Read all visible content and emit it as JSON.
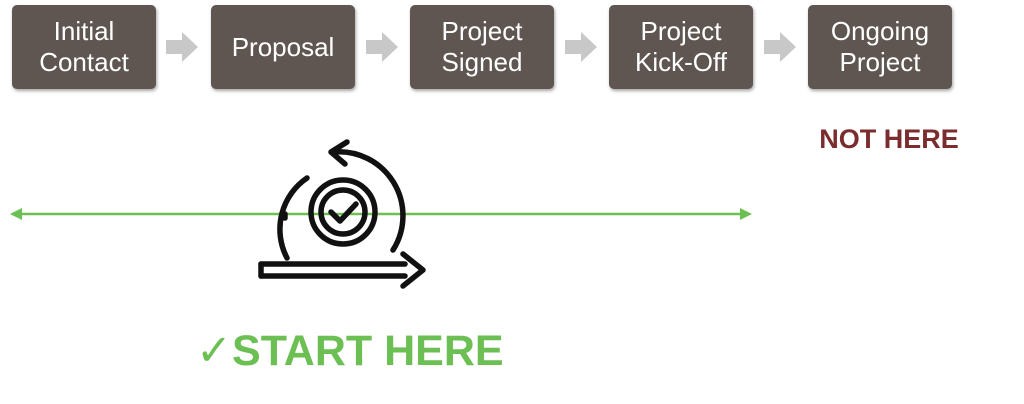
{
  "stages": [
    {
      "label": "Initial Contact",
      "lines": [
        "Initial",
        "Contact"
      ]
    },
    {
      "label": "Proposal",
      "lines": [
        "Proposal"
      ]
    },
    {
      "label": "Project Signed",
      "lines": [
        "Project",
        "Signed"
      ]
    },
    {
      "label": "Project Kick-Off",
      "lines": [
        "Project",
        "Kick-Off"
      ]
    },
    {
      "label": "Ongoing Project",
      "lines": [
        "Ongoing",
        "Project"
      ]
    }
  ],
  "labels": {
    "not_here": "NOT HERE",
    "start_here": "✓START HERE"
  },
  "icons": {
    "connector": "chevron-arrow-icon",
    "cycle": "agile-cycle-check-icon",
    "line": "double-headed-arrow"
  },
  "colors": {
    "stage_fill": "#5f5652",
    "stage_text": "#ffffff",
    "connector": "#c8c8c8",
    "not_here": "#7b2c2e",
    "start_here": "#6cbf52",
    "line": "#6cbf52",
    "icon": "#111111"
  }
}
